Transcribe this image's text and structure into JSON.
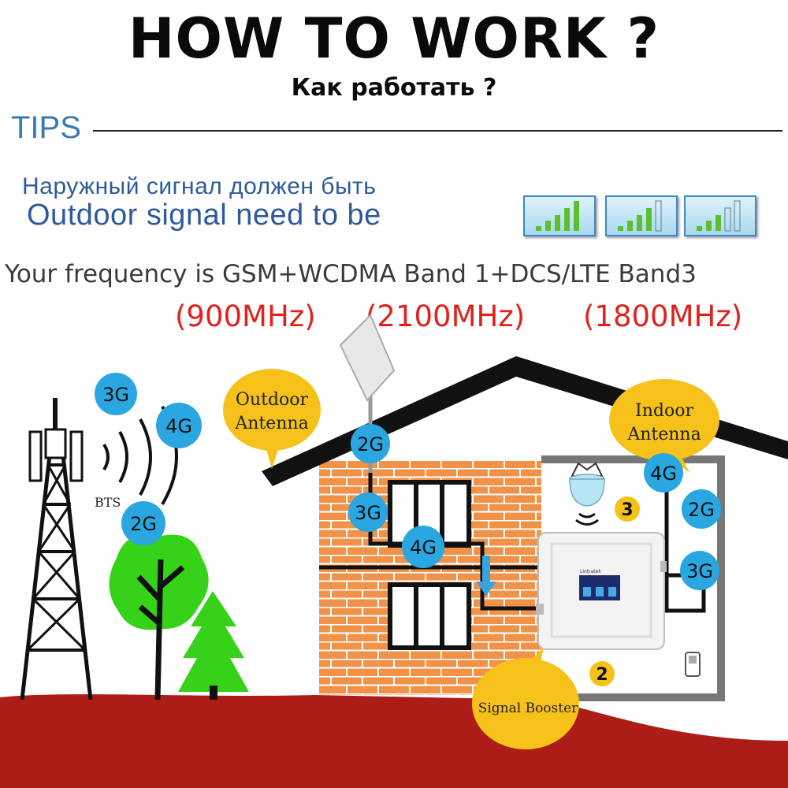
{
  "header": {
    "title": "HOW TO WORK ?",
    "subtitle": "Как работать ?"
  },
  "tips": {
    "label": "TIPS",
    "line_ru": "Наружный сигнал должен быть",
    "line_en": "Outdoor signal need to be",
    "signal_levels": [
      5,
      4,
      3
    ]
  },
  "frequency": {
    "text": "Your frequency is GSM+WCDMA Band 1+DCS/LTE Band3",
    "bands": [
      "(900MHz)",
      "(2100MHz)",
      "(1800MHz)"
    ]
  },
  "diagram": {
    "bts_label": "BTS",
    "outdoor_antenna": [
      "Outdoor",
      "Antenna"
    ],
    "indoor_antenna": [
      "Indoor",
      "Antenna"
    ],
    "signal_booster": "Signal Booster",
    "badge_bts_3g": "3G",
    "badge_bts_4g": "4G",
    "badge_bts_2g": "2G",
    "badge_wall_2g": "2G",
    "badge_wall_3g": "3G",
    "badge_wall_4g": "4G",
    "badge_in_4g": "4G",
    "badge_in_2g": "2G",
    "badge_in_3g": "3G",
    "step_2": "2",
    "step_3": "3",
    "device_brand": "Lintratek"
  },
  "colors": {
    "title": "#0a0a0a",
    "tips_blue": "#3b79b5",
    "band_red": "#e0221d",
    "badge_blue": "#2aa7e0",
    "bubble_yellow": "#f6c21a",
    "brick": "#f09248",
    "ground": "#ad1d18",
    "tree_green": "#36d21a"
  }
}
